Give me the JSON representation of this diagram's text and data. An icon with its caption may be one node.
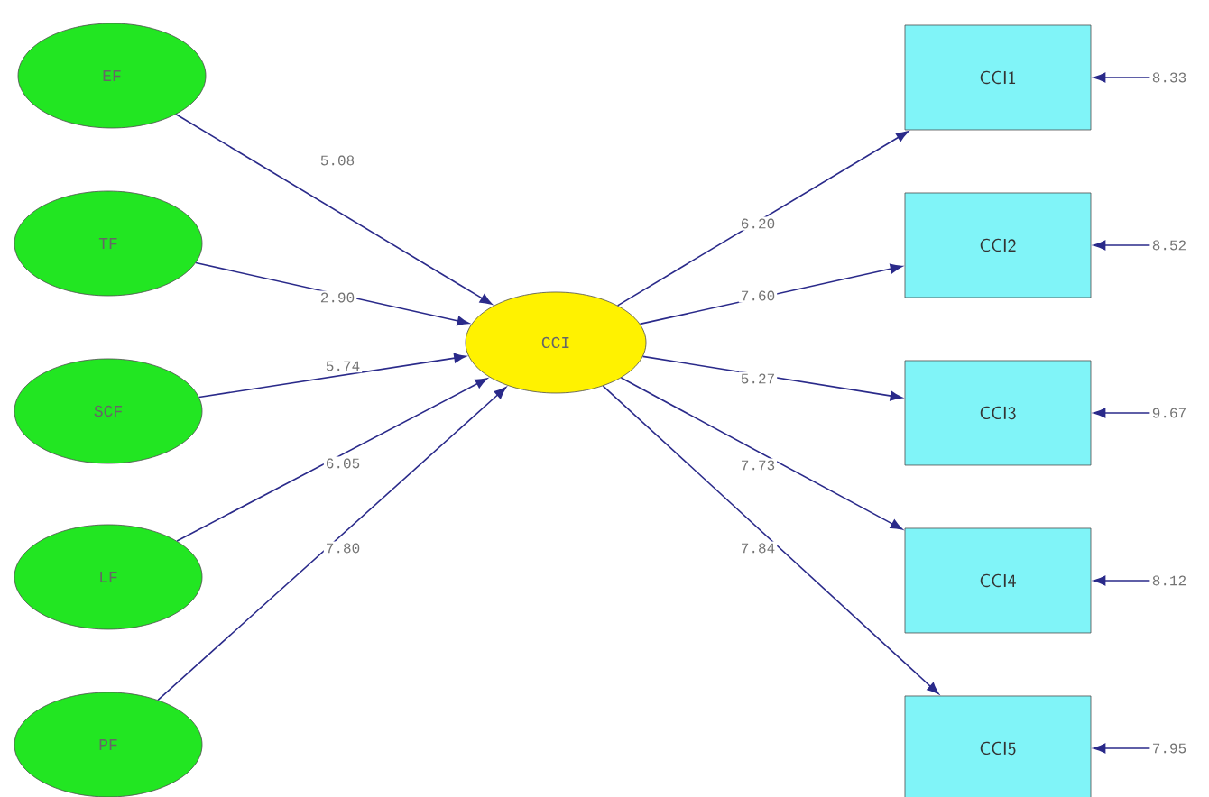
{
  "diagram": {
    "nodes": [
      {
        "text": [
          "EF"
        ]
      },
      {
        "text": [
          "TF"
        ]
      },
      {
        "text": [
          "SCF"
        ]
      },
      {
        "text": [
          "LF"
        ]
      },
      {
        "text": [
          "PF"
        ]
      },
      {
        "text": [
          "CCI"
        ]
      },
      {
        "text": [
          "CCI1"
        ]
      },
      {
        "text": [
          "CCI2"
        ]
      },
      {
        "text": [
          "CCI3"
        ]
      },
      {
        "text": [
          "CCI4"
        ]
      },
      {
        "text": [
          "CCI5"
        ]
      },
      {
        "text": [
          "8.33"
        ]
      },
      {
        "text": [
          "8.52"
        ]
      },
      {
        "text": [
          "9.67"
        ]
      },
      {
        "text": [
          "8.12"
        ]
      },
      {
        "text": [
          "7.95"
        ]
      }
    ],
    "edges": [
      {
        "from": 0,
        "to": 5,
        "arrow": "to",
        "label": "5.08"
      },
      {
        "from": 1,
        "to": 5,
        "arrow": "to",
        "label": "2.90"
      },
      {
        "from": 2,
        "to": 5,
        "arrow": "to",
        "label": "5.74"
      },
      {
        "from": 3,
        "to": 5,
        "arrow": "to",
        "label": "6.05"
      },
      {
        "from": 4,
        "to": 5,
        "arrow": "to",
        "label": "7.80"
      },
      {
        "from": 5,
        "to": 6,
        "arrow": "to",
        "label": "6.20"
      },
      {
        "from": 5,
        "to": 7,
        "arrow": "to",
        "label": "7.60"
      },
      {
        "from": 5,
        "to": 8,
        "arrow": "to",
        "label": "5.27"
      },
      {
        "from": 5,
        "to": 9,
        "arrow": "to",
        "label": "7.73"
      },
      {
        "from": 5,
        "to": 10,
        "arrow": "to",
        "label": "7.84"
      },
      {
        "from": 11,
        "to": 6,
        "arrow": "to"
      },
      {
        "from": 12,
        "to": 7,
        "arrow": "to"
      },
      {
        "from": 13,
        "to": 8,
        "arrow": "to"
      },
      {
        "from": 14,
        "to": 9,
        "arrow": "to"
      },
      {
        "from": 15,
        "to": 10,
        "arrow": "to"
      }
    ]
  }
}
